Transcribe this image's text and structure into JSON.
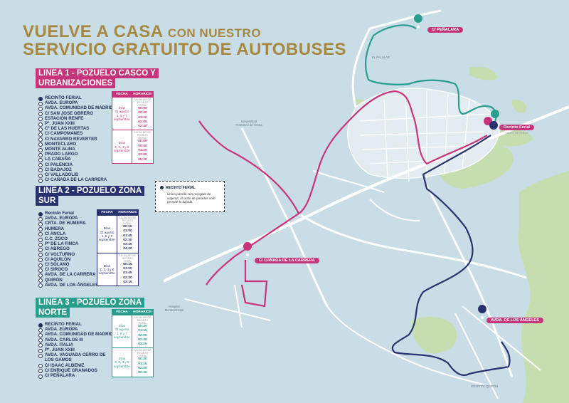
{
  "title": {
    "line1_big": "VUELVE A CASA",
    "line1_small": "CON NUESTRO",
    "line2": "SERVICIO GRATUITO DE AUTOBUSES"
  },
  "colors": {
    "linea1": "#c8347a",
    "linea2": "#27326f",
    "linea3": "#2a9e8c",
    "gold": "#a88840",
    "water": "#c9dde6",
    "green": "#c6ddb0"
  },
  "linea1": {
    "heading_1": "LINEA 1 - POZUELO CASCO Y",
    "heading_2": "URBANIZACIONES",
    "stops": [
      "RECINTO FERIAL",
      "AVDA. EUROPA",
      "AVDA. COMUNIDAD DE MADRID",
      "C/ SAN JOSE OBRERO",
      "ESTACIÓN RENFE",
      "Pº. JUAN XXIII",
      "Cº DE LAS HUERTAS",
      "C/ CAMPOMANES",
      "C/ NAVARRO REVERTER",
      "MONTECLARO",
      "MONTE ALINA",
      "PRADO LARGO",
      "LA CABAÑA",
      "C/ PALENCIA",
      "C/ BADAJOZ",
      "C/ VALLADOLID",
      "C/ CAÑADA DE LA CARRERA"
    ],
    "schedule": {
      "col_fecha": "FECHA",
      "col_horarios": "HORARIOS",
      "rows": [
        {
          "fecha": [
            "Días",
            "31 agosto",
            "1, 5 y 7",
            "septiembre"
          ],
          "hint": "SALIDA DESDE RECINTO FERIAL",
          "horas": [
            "00:00",
            "00:40",
            "01:20",
            "02:00",
            "02:40"
          ]
        },
        {
          "fecha": [
            "Días",
            "2, 3, 4 y 6",
            "septiembre"
          ],
          "hint": "SALIDA DESDE RECINTO FERIAL",
          "horas": [
            "00:00",
            "00:40",
            "01:20",
            "02:00",
            "05:20"
          ]
        }
      ]
    }
  },
  "linea2": {
    "heading_1": "LINEA 2 - POZUELO ZONA",
    "heading_2": "SUR",
    "stops": [
      "Recinto Ferial",
      "AVDA. EUROPA",
      "CRTA. DE HUMERA",
      "HUMERA",
      "C/ ANCLA",
      "C.C. ZOCO",
      "Pº DE LA FINCA",
      "C/ ABREGO",
      "C/ VOLTURNO",
      "C/ AQUILÓN",
      "C/ SOLANO",
      "C/ SIROCO",
      "AVDA. DE LA CARRERA",
      "QUIRÓN",
      "AVDA. DE LOS ÁNGELES"
    ],
    "schedule": {
      "col_fecha": "FECHA",
      "col_horarios": "HORARIOS",
      "rows": [
        {
          "fecha": [
            "Días",
            "31 agosto",
            "1, 5 y 7",
            "septiembre"
          ],
          "hint": "SALIDA DESDE RECINTO FERIAL",
          "horas": [
            "00:15",
            "01:00",
            "01:45",
            "02:30",
            "03:15",
            "04:00"
          ]
        },
        {
          "fecha": [
            "Días",
            "2, 3, 4 y 6",
            "septiembre"
          ],
          "hint": "SALIDA DESDE RECINTO FERIAL",
          "horas": [
            "00:15",
            "01:00",
            "01:45",
            "02:30",
            "03:15"
          ]
        }
      ]
    }
  },
  "linea3": {
    "heading_1": "LINEA 3 - POZUELO ZONA",
    "heading_2": "NORTE",
    "stops": [
      "RECINTO FERIAL",
      "AVDA. EUROPA",
      "AVDA. COMUNIDAD DE MADRID",
      "AVDA. CARLOS III",
      "AVDA. ITALIA",
      "Pº. JUAN XXIII",
      "AVDA. VAGUADA CERRO DE",
      "LOS GAMOS",
      "C/ ISAAC ALBENIZ",
      "C/ ENRIQUE GRANADOS",
      "C/ PEÑALARA"
    ],
    "schedule": {
      "col_fecha": "FECHA",
      "col_horarios": "HORARIOS",
      "rows": [
        {
          "fecha": [
            "Días",
            "31 agosto",
            "1, 5 y 7",
            "septiembre"
          ],
          "hint": "SALIDA DESDE RECINTO FERIAL",
          "horas": [
            "00:30",
            "01:15",
            "02:00",
            "02:45",
            "03:15"
          ]
        },
        {
          "fecha": [
            "Días",
            "2, 3, 4 y 6",
            "septiembre"
          ],
          "hint": "SALIDA DESDE RECINTO FERIAL",
          "horas": [
            "00:30",
            "01:15",
            "02:00",
            "02:45"
          ]
        }
      ]
    }
  },
  "legend": {
    "title": "RECINTO FERIAL",
    "desc": "Única parada con recogida de viajeros, el resto de paradas solo permite la bajada."
  },
  "map_pills": {
    "penalara": "C/ PEÑALARA",
    "recinto": "Recinto Ferial",
    "canada": "C/ CAÑADA DE LA CARRERA",
    "angeles": "AVDA. DE LOS ÁNGELES"
  },
  "map_labels": {
    "palular": "EL PALULAR",
    "univ": "Universidad Francisco de Vitoria",
    "hospital": "Hospital Montepríncipe",
    "quiron": "HOSPITAL QUIRÓN",
    "recinto_sub": "CAMPO DE FERIAS"
  }
}
